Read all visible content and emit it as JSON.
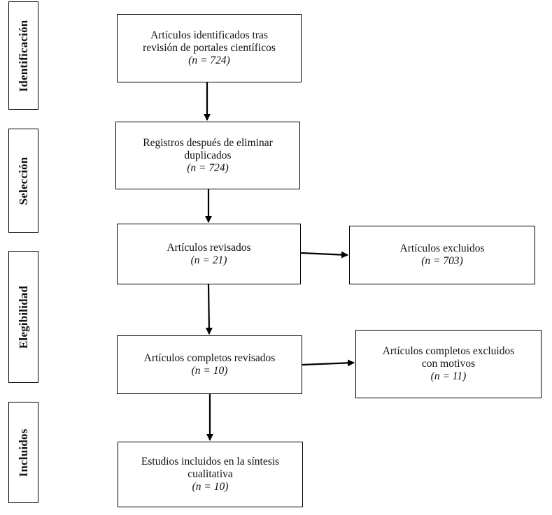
{
  "stages": {
    "identification": "Identificación",
    "selection": "Selección",
    "eligibility": "Elegibilidad",
    "included": "Incluidos"
  },
  "boxes": {
    "identified": {
      "line1": "Artículos identificados tras",
      "line2": "revisión de portales científicos",
      "count": "(n = 724)"
    },
    "after_duplicates": {
      "line1": "Registros después de eliminar",
      "line2": "duplicados",
      "count": "(n = 724)"
    },
    "reviewed": {
      "line1": "Artículos revisados",
      "count": "(n = 21)"
    },
    "excluded": {
      "line1": "Artículos excluidos",
      "count": "(n = 703)"
    },
    "full_reviewed": {
      "line1": "Artículos completos revisados",
      "count": "(n = 10)"
    },
    "full_excluded": {
      "line1": "Artículos completos excluidos",
      "line2": "con motivos",
      "count": "(n = 11)"
    },
    "included": {
      "line1": "Estudios incluidos en la síntesis",
      "line2": "cualitativa",
      "count": "(n = 10)"
    }
  },
  "colors": {
    "stroke": "#000000",
    "background": "#ffffff"
  }
}
